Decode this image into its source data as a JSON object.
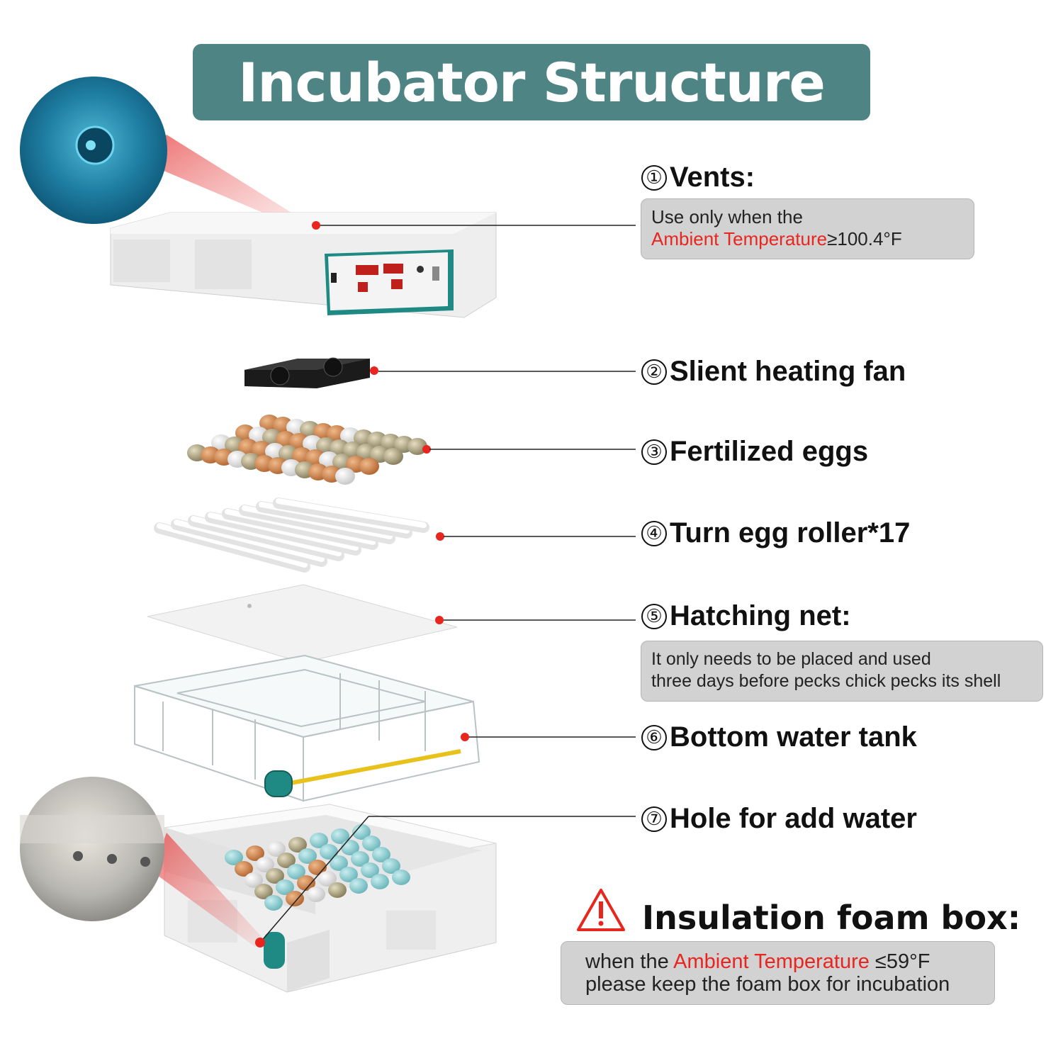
{
  "title": "Incubator Structure",
  "colors": {
    "banner": "#4f8484",
    "accent_red": "#e8251e",
    "note_bg": "#d2d2d2",
    "teal_panel": "#1f8a84"
  },
  "parts": [
    {
      "number": "①",
      "label": "Vents:",
      "note_prefix": "Use only when the",
      "note_highlight": "Ambient Temperature",
      "note_suffix": "≥100.4°F"
    },
    {
      "number": "②",
      "label": "Slient heating fan"
    },
    {
      "number": "③",
      "label": "Fertilized eggs"
    },
    {
      "number": "④",
      "label": "Turn egg roller*17"
    },
    {
      "number": "⑤",
      "label": "Hatching net:",
      "note_line1": "It only needs to be placed and used",
      "note_line2": "three days before pecks chick pecks its shell"
    },
    {
      "number": "⑥",
      "label": "Bottom water tank"
    },
    {
      "number": "⑦",
      "label": "Hole for add water"
    }
  ],
  "foam_box": {
    "label": "Insulation foam box:",
    "warning_icon": "warning-triangle-icon",
    "note_prefix": "when the ",
    "note_highlight": "Ambient Temperature",
    "note_suffix": " ≤59°F",
    "note_line2": "please keep the foam box for incubation"
  }
}
